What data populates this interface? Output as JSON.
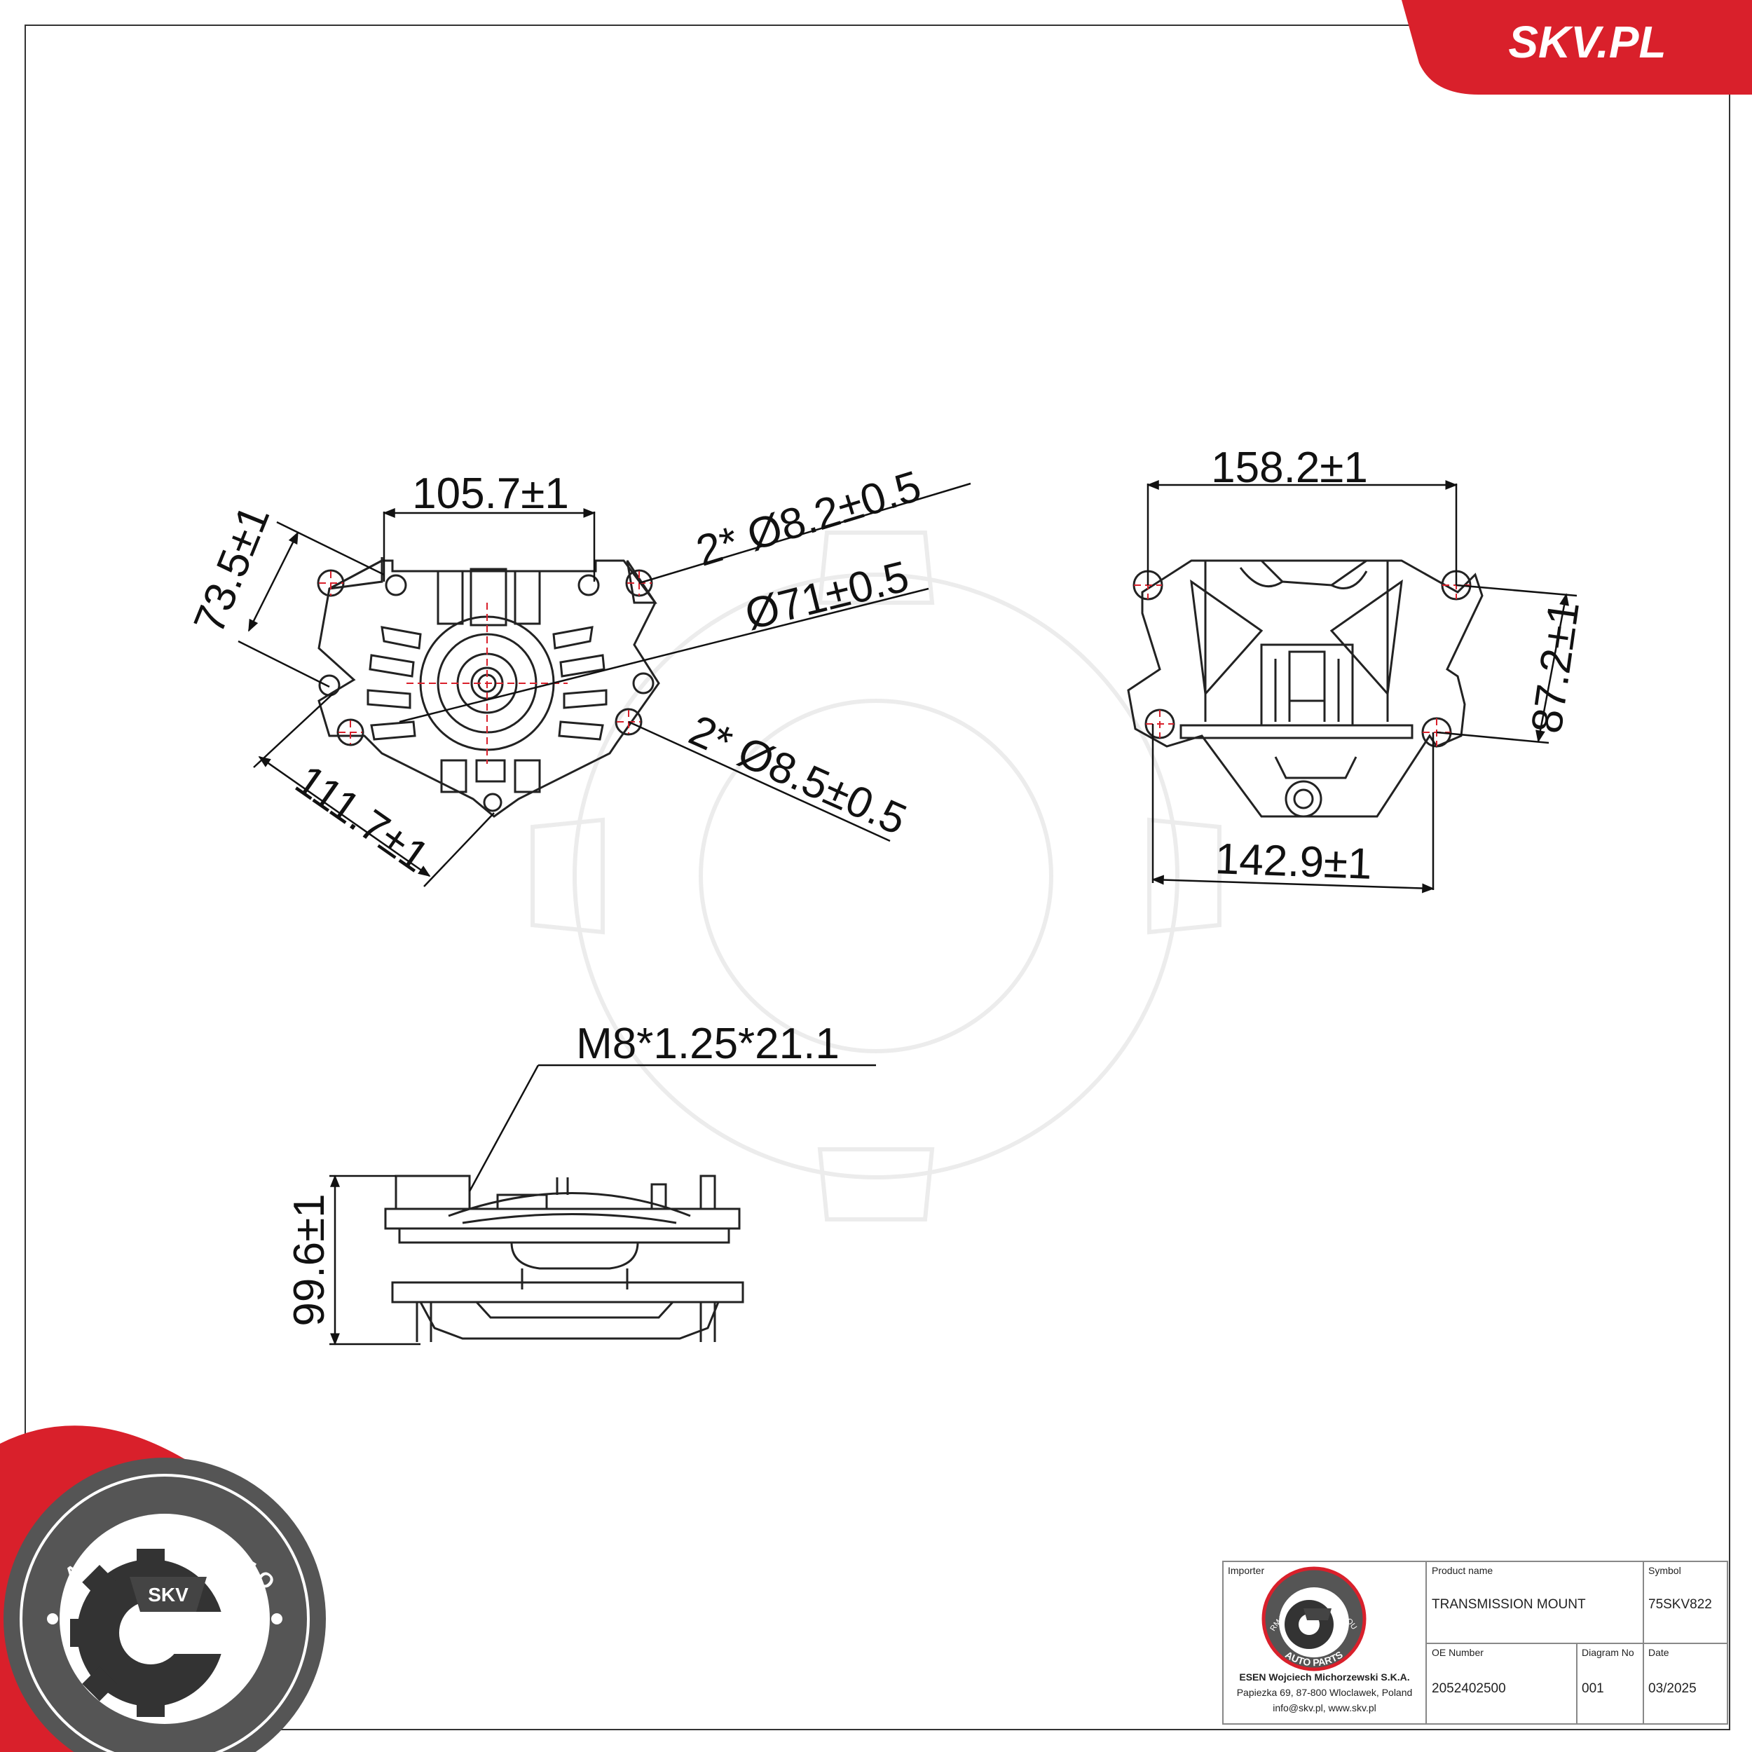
{
  "brand": {
    "corner_label": "SKV.PL",
    "accent_color": "#d9202b",
    "seal_ring_text": "AFTERMARKET PRICE · OE QUALITY",
    "seal_bottom_text": "AUTO PARTS",
    "seal_center_text": "SKV"
  },
  "views": {
    "top_view": {
      "dim_width": "105.7±1",
      "dim_left": "73.5±1",
      "dim_bottom": "111.7±1",
      "hole_upper": "2* Ø8.2±0.5",
      "hole_center": "Ø71±0.5",
      "hole_lower": "2* Ø8.5±0.5"
    },
    "side_view": {
      "dim_top": "158.2±1",
      "dim_right": "87.2±1",
      "dim_bottom": "142.9±1"
    },
    "front_view": {
      "thread": "M8*1.25*21.1",
      "dim_height": "99.6±1"
    }
  },
  "title_block": {
    "importer_label": "Importer",
    "importer_lines": [
      "ESEN Wojciech Michorzewski S.K.A.",
      "Papiezka 69, 87-800 Wloclawek, Poland",
      "info@skv.pl, www.skv.pl"
    ],
    "product_name_label": "Product name",
    "product_name": "TRANSMISSION MOUNT",
    "symbol_label": "Symbol",
    "symbol": "75SKV822",
    "oe_label": "OE Number",
    "oe_number": "2052402500",
    "diagram_label": "Diagram No",
    "diagram_no": "001",
    "date_label": "Date",
    "date": "03/2025"
  }
}
